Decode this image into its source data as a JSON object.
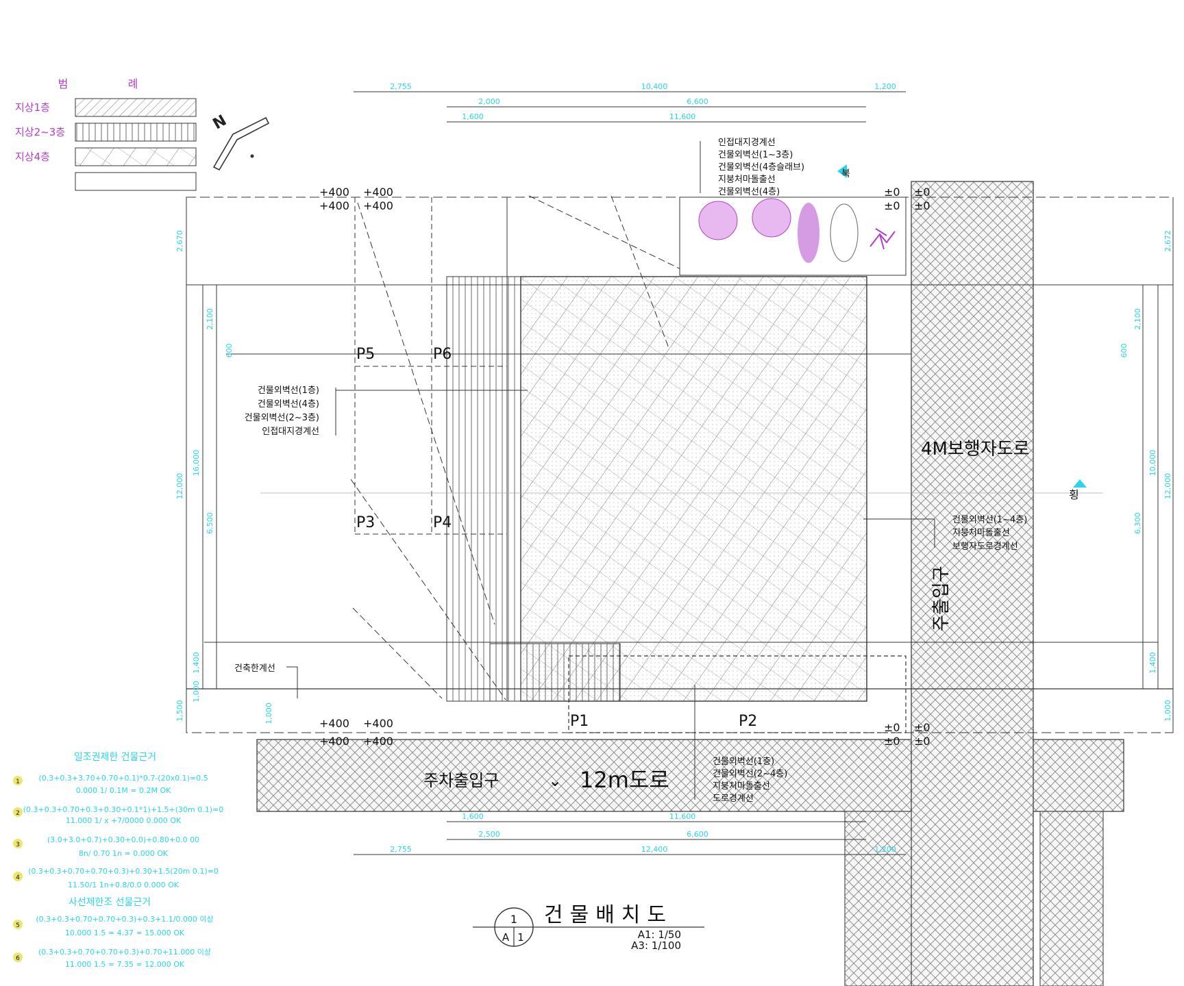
{
  "legend": {
    "title_left": "범",
    "title_right": "례",
    "items": [
      {
        "label": "지상1층"
      },
      {
        "label": "지상2~3층"
      },
      {
        "label": "지상4층"
      },
      {
        "label": ""
      }
    ]
  },
  "north": {
    "label": "N"
  },
  "top_dims": {
    "row1": [
      "2,755",
      "10,400",
      "1,200"
    ],
    "row2": [
      "2,000",
      "6,600"
    ],
    "row3": [
      "1,600",
      "11,600"
    ]
  },
  "bottom_dims": {
    "row1": [
      "1,600",
      "11,600"
    ],
    "row2": [
      "2,500",
      "6,600"
    ],
    "row3": [
      "2,755",
      "12,400",
      "1,200"
    ]
  },
  "left_dims": [
    "2,670",
    "2,100",
    "16,000",
    "600",
    "12,000",
    "6,500",
    "1,400",
    "1,000",
    "1,000",
    "1,500"
  ],
  "right_dims": [
    "2,672",
    "2,100",
    "600",
    "10,000",
    "12,000",
    "6,300",
    "1,400",
    "1,000"
  ],
  "levels": {
    "tl1": "+400",
    "tl2": "+400",
    "tl3": "+400",
    "tl4": "+400",
    "tr1": "±0",
    "tr2": "±0",
    "tr3": "±0",
    "tr4": "±0",
    "bl1": "+400",
    "bl2": "+400",
    "bl3": "+400",
    "bl4": "+400",
    "br1": "±0",
    "br2": "±0",
    "br3": "±0",
    "br4": "±0"
  },
  "parking": [
    "P5",
    "P6",
    "P3",
    "P4",
    "P1",
    "P2"
  ],
  "top_callout": [
    "인접대지경계선",
    "건물외벽선(1~3층)",
    "건물외벽선(4층슬래브)",
    "지붕처마돌출선",
    "건물외벽선(4층)"
  ],
  "left_callout": [
    "건물외벽선(1층)",
    "건물외벽선(4층)",
    "건물외벽선(2~3층)",
    "인접대지경계선"
  ],
  "right_callout": [
    "건물외벽선(1~4층)",
    "지붕처마돌출선",
    "보행자도로경계선"
  ],
  "bottom_callout": [
    "건물외벽선(1층)",
    "건물외벽선(2~4층)",
    "지붕처마돌출선",
    "도로경계선"
  ],
  "build_limit": "건축한계선",
  "road_main": "12m도로",
  "parking_entrance": "주차출입구",
  "ped_road": "4M보행자도로",
  "main_entrance": "주출입구",
  "north_marker": "북",
  "side_marker": "횡",
  "regs": {
    "title1": "일조권제한 건물근거",
    "items1": [
      {
        "num": "1",
        "line1": "(0.3+0.3+3.70+0.70+0.1)*0.7-(20x0.1)=0.5",
        "line2": "0.000 1/ 0.1M = 0.2M OK"
      },
      {
        "num": "2",
        "line1": "(0.3+0.3+0.70+0.3+0.30+0.1*1)+1.5+(30m 0.1)=0",
        "line2": "11.000 1/ x +7/0000 0.000 OK"
      },
      {
        "num": "3",
        "line1": "(3.0+3.0+0.7)+0.30+0.0)+0.80+0.0 00",
        "line2": "8n/ 0.70 1n = 0.000 OK"
      },
      {
        "num": "4",
        "line1": "(0.3+0.3+0.70+0.70+0.3)+0.30+1.5(20m 0.1)=0",
        "line2": "11.50/1 1n+0.8/0.0 0.000 OK"
      }
    ],
    "title2": "사선제한조 선물근거",
    "items2": [
      {
        "num": "5",
        "line1": "(0.3+0.3+0.70+0.70+0.3)+0.3+1.1/0.000 이상",
        "line2": "10.000 1.5 = 4.37 = 15.000 OK"
      },
      {
        "num": "6",
        "line1": "(0.3+0.3+0.70+0.70+0.3)+0.70+11.000 이상",
        "line2": "11.000 1.5 = 7.35 = 12.000 OK"
      }
    ]
  },
  "title_block": {
    "number_top": "1",
    "number_bottom_left": "A",
    "number_bottom_right": "1",
    "title": "건물배치도",
    "scale1": "A1: 1/50",
    "scale2": "A3: 1/100"
  },
  "colors": {
    "line": "#2b2b2b",
    "dim": "#28d6ea",
    "magenta": "#b23cc9",
    "yellow": "#e9e04a",
    "tree": "#c77bd9"
  }
}
